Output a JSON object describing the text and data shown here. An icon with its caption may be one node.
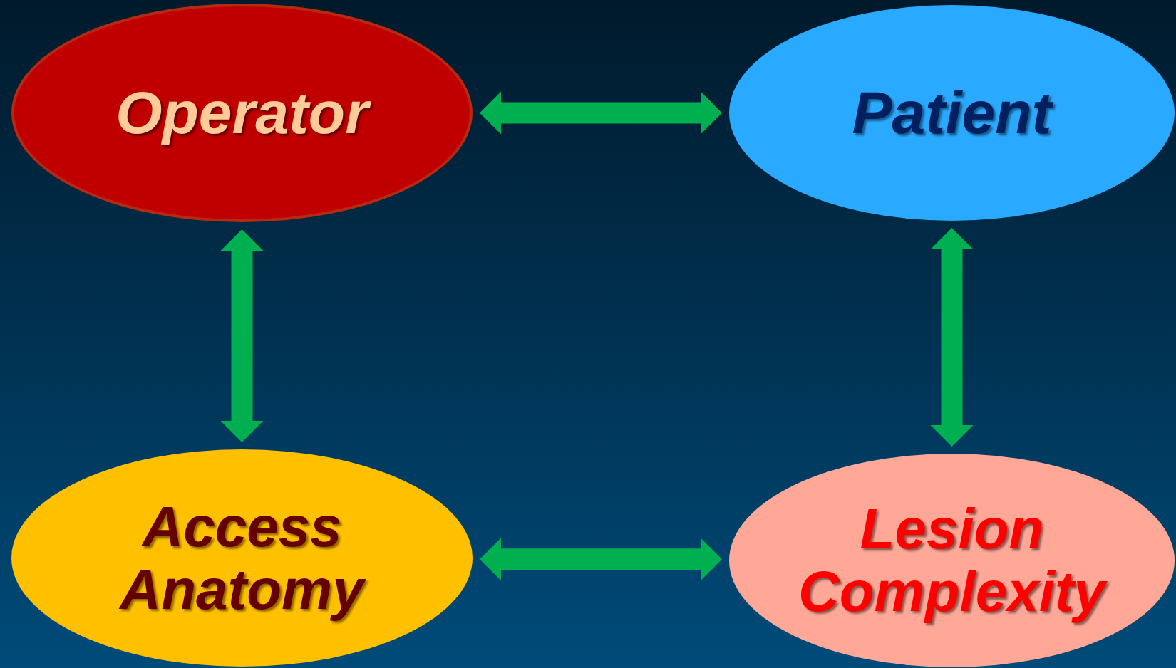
{
  "diagram": {
    "nodes": [
      {
        "text": [
          "Operator"
        ]
      },
      {
        "text": [
          "Patient"
        ]
      },
      {
        "text": [
          "Access Anatomy"
        ]
      },
      {
        "text": [
          "Lesion Complexity"
        ]
      }
    ],
    "edges": [
      {
        "from": 0,
        "to": 1,
        "arrow": "both"
      },
      {
        "from": 0,
        "to": 2,
        "arrow": "both"
      },
      {
        "from": 1,
        "to": 3,
        "arrow": "both"
      },
      {
        "from": 2,
        "to": 3,
        "arrow": "both"
      }
    ]
  }
}
